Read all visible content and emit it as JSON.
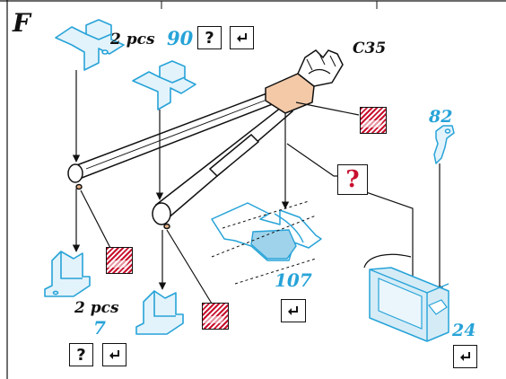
{
  "panel_letter": "F",
  "tool_label": "C35",
  "top_quantity": "2 pcs",
  "top_part_number": "90",
  "bottom_quantity": "2 pcs",
  "bottom_part_number": "7",
  "center_part_number": "107",
  "right_part_number": "82",
  "bottom_right_part_number": "24",
  "help_symbol": "?",
  "colors": {
    "part_blue": "#27a3d8",
    "accent_red": "#c8102e",
    "line": "#111111"
  },
  "icons": [
    "help-icon",
    "enter-return-icon",
    "lubricant-grease-icon",
    "tool-c35-icon"
  ]
}
